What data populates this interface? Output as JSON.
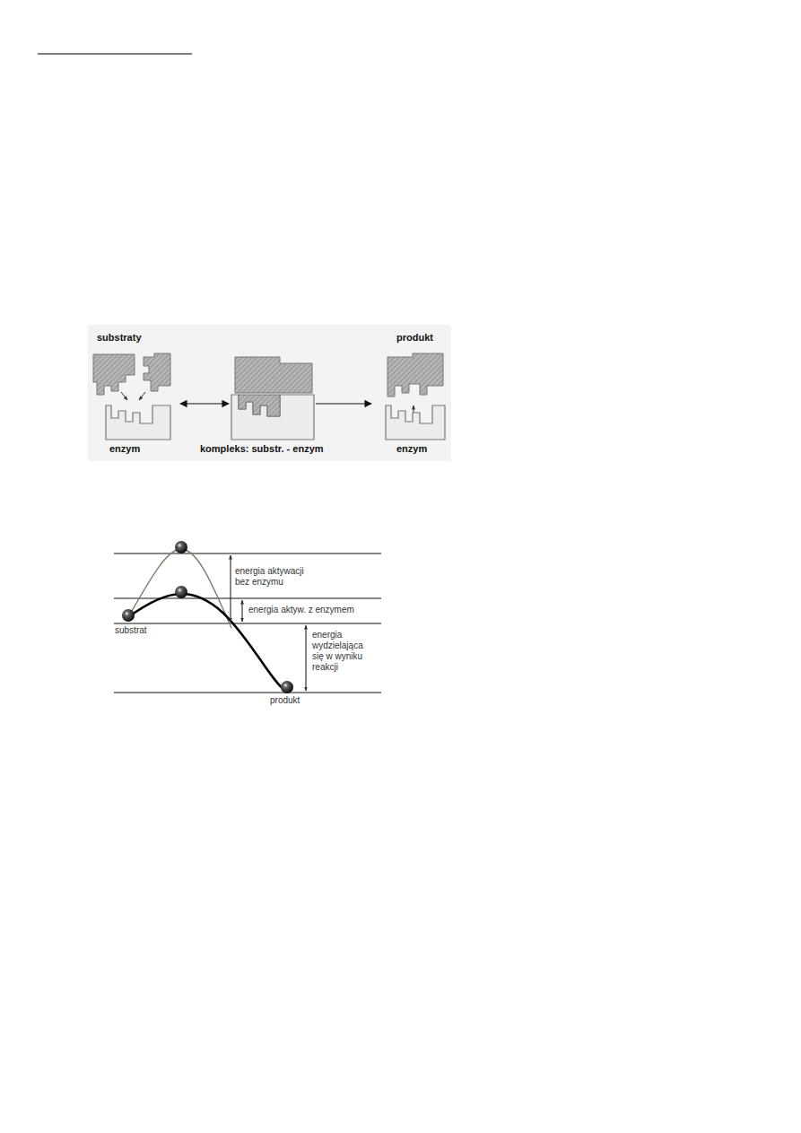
{
  "diagram": {
    "labels": [
      "substraty",
      "enzym",
      "kompleks: substr. - enzym",
      "produkt",
      "enzym",
      "energia aktywacji bez enzymu",
      "energia aktyw. z enzymem",
      "energia wydzielająca się w wyniku reakcji",
      "substrat",
      "produkt"
    ]
  }
}
